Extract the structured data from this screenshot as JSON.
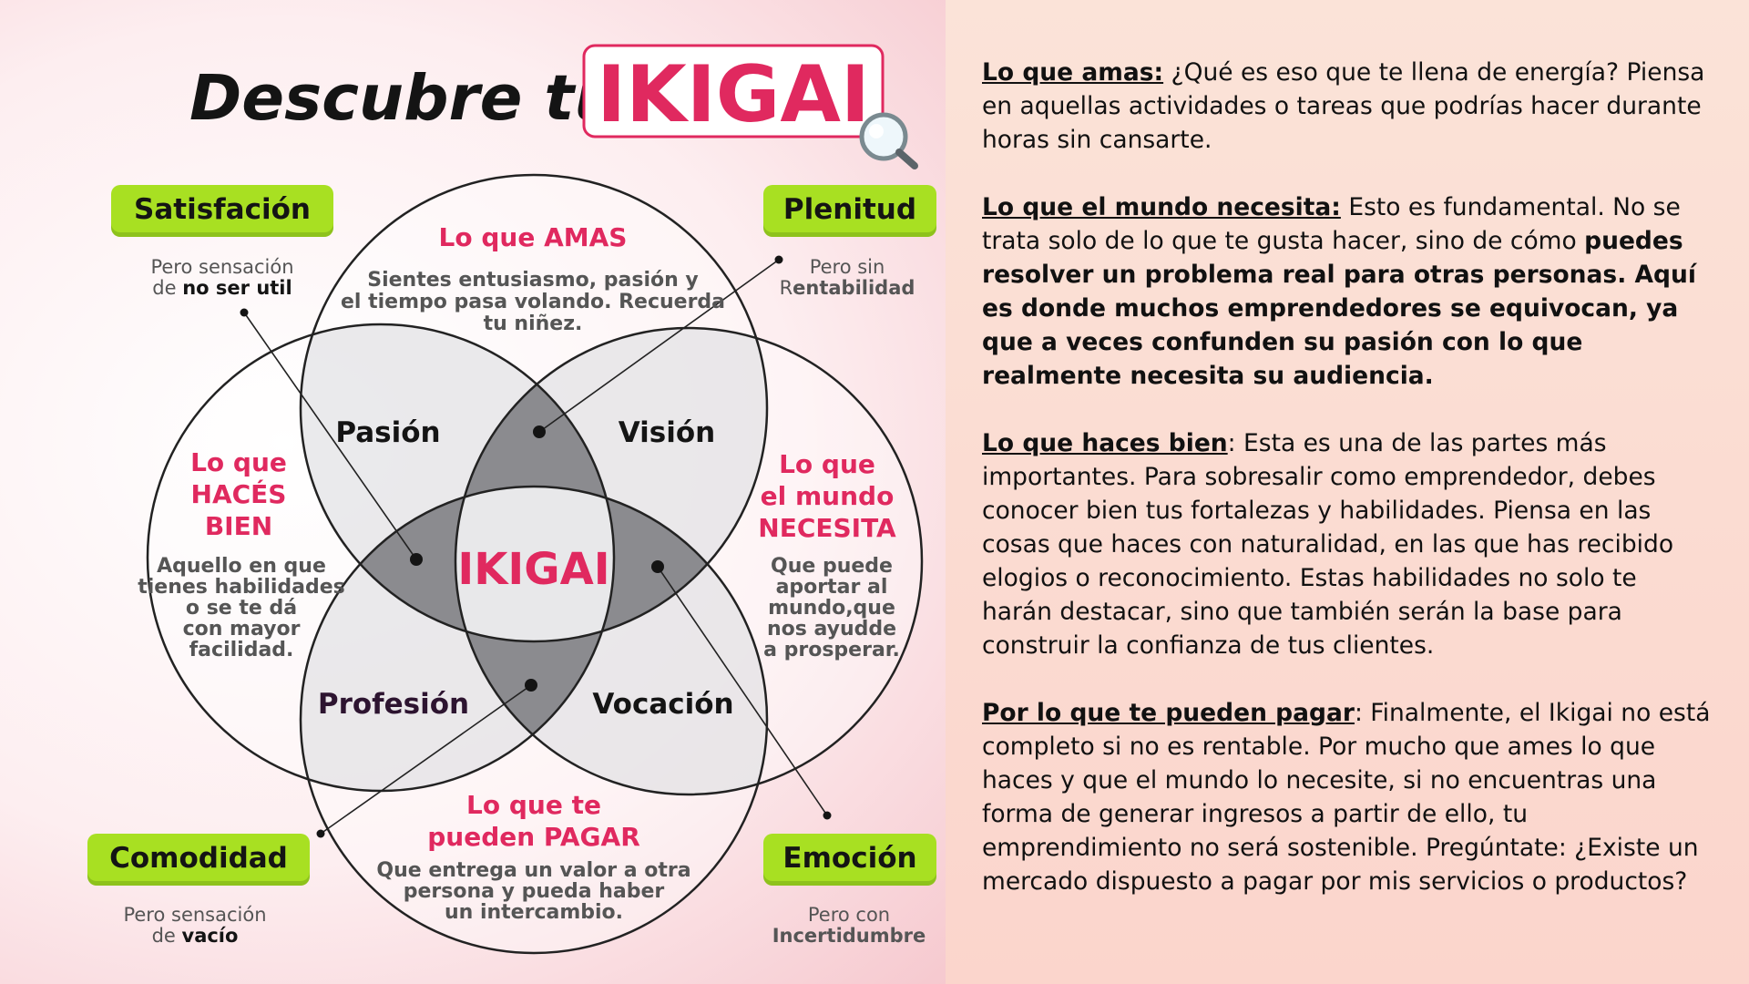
{
  "diagram": {
    "title_prefix": "Descubre tu",
    "title_word": "IKIGAI",
    "center_label": "IKIGAI",
    "circles": {
      "amas": {
        "title": "Lo que AMAS",
        "desc": [
          "Sientes entusiasmo, pasión y",
          "el tiempo pasa volando. Recuerda",
          "tu niñez."
        ]
      },
      "haces_bien": {
        "title": [
          "Lo que",
          "HACÉS",
          "BIEN"
        ],
        "desc": [
          "Aquello en que",
          "tienes habilidades",
          "o se te dá",
          "con mayor",
          "facilidad."
        ]
      },
      "mundo": {
        "title": [
          "Lo que",
          "el mundo",
          "NECESITA"
        ],
        "desc": [
          "Que puede",
          "aportar al",
          "mundo,que",
          "nos ayudde",
          "a prosperar."
        ]
      },
      "pagar": {
        "title": [
          "Lo que te",
          "pueden PAGAR"
        ],
        "desc": [
          "Que entrega un valor a otra",
          "persona y pueda haber",
          "un intercambio."
        ]
      }
    },
    "intersections": {
      "pasion": "Pasión",
      "vision": "Visión",
      "profesion": "Profesión",
      "vocacion": "Vocación"
    },
    "badges": {
      "satisfaccion": {
        "label": "Satisfación",
        "note_line1": "Pero sensación",
        "note_line2_prefix": "de ",
        "note_line2_bold": "no ser util"
      },
      "plenitud": {
        "label": "Plenitud",
        "note_line1": "Pero sin",
        "note_line2_prefix": "R",
        "note_line2_bold": "entabilidad"
      },
      "comodidad": {
        "label": "Comodidad",
        "note_line1": "Pero sensación",
        "note_line2_prefix": "de ",
        "note_line2_bold": "vacío"
      },
      "emocion": {
        "label": "Emoción",
        "note_line1": "Pero con",
        "note_line2_prefix": "",
        "note_line2_bold": "Incertidumbre"
      }
    },
    "colors": {
      "accent": "#e0295f",
      "badge": "#a8e022",
      "green": "#3fd98b",
      "dark": "#141414"
    }
  },
  "sections": [
    {
      "label": "Lo que amas:",
      "text": " ¿Qué es eso que te llena de energía? Piensa en aquellas actividades o tareas que podrías hacer durante horas sin cansarte.",
      "bold_text": ""
    },
    {
      "label": "Lo que el mundo necesita:",
      "text": " Esto es fundamental. No se trata solo de lo que te gusta hacer, sino de cómo ",
      "bold_text": "puedes resolver un problema real para otras personas. Aquí es donde muchos emprendedores se equivocan, ya que a veces confunden su pasión con lo que realmente necesita su audiencia."
    },
    {
      "label": "Lo que haces bien",
      "text": ": Esta es una de las partes más importantes. Para sobresalir como emprendedor, debes conocer bien tus fortalezas y habilidades. Piensa en las cosas que haces con naturalidad, en las que has recibido elogios o reconocimiento. Estas habilidades no solo te harán destacar, sino que también serán la base para construir la confianza de tus clientes.",
      "bold_text": ""
    },
    {
      "label": "Por lo que te pueden pagar",
      "text": ": Finalmente, el Ikigai no está completo si no es rentable. Por mucho que ames lo que haces y que el mundo lo necesite, si no encuentras una forma de generar ingresos a partir de ello, tu emprendimiento no será sostenible. Pregúntate: ¿Existe un mercado dispuesto a pagar por mis servicios o productos?",
      "bold_text": ""
    }
  ]
}
